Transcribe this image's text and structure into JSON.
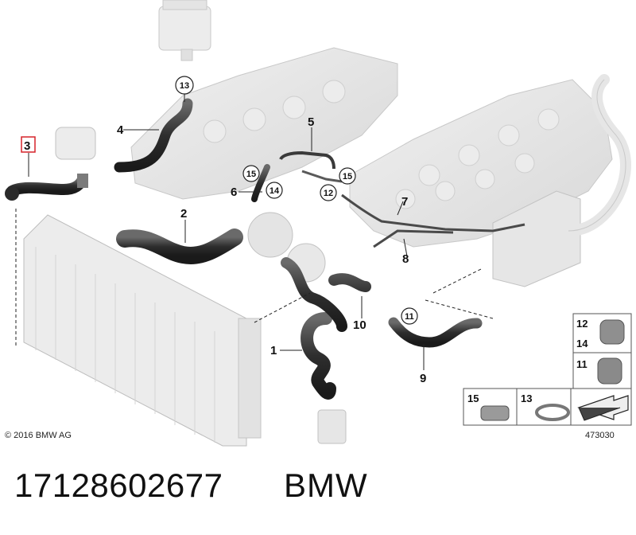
{
  "callouts": {
    "c1": "1",
    "c2": "2",
    "c3": "3",
    "c4": "4",
    "c5": "5",
    "c6": "6",
    "c7": "7",
    "c8": "8",
    "c9": "9",
    "c10": "10"
  },
  "circled": {
    "n13": "13",
    "n15a": "15",
    "n15b": "15",
    "n14": "14",
    "n12": "12",
    "n11": "11"
  },
  "legend": {
    "l12": "12",
    "l14": "14",
    "l11": "11",
    "l15": "15",
    "l13": "13"
  },
  "footer": {
    "copyright": "© 2016 BMW AG",
    "diagram_number": "473030"
  },
  "caption": {
    "part_number": "17128602677",
    "brand": "BMW"
  },
  "colors": {
    "hose": "#3a3a3a",
    "engine": "#e4e4e4",
    "highlight_box": "#d6232a"
  }
}
